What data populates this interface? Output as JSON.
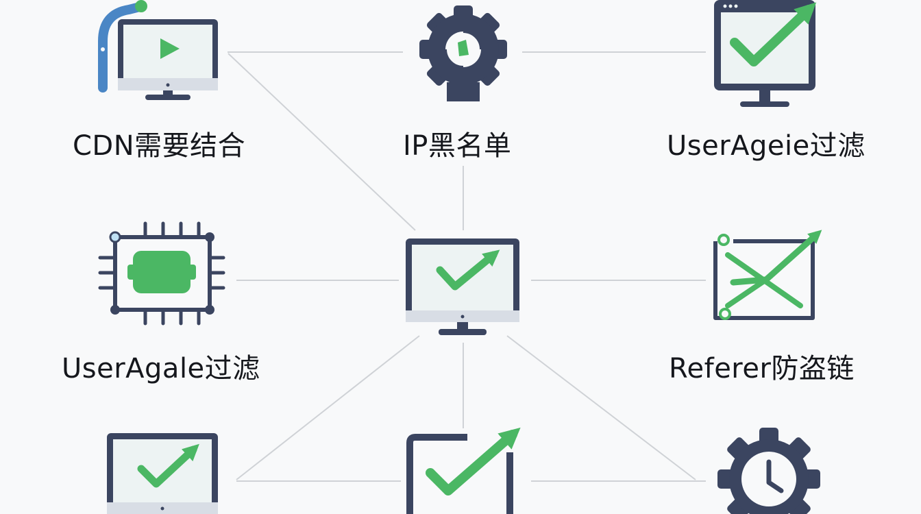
{
  "nodes": {
    "cdn": {
      "label": "CDN需要结合",
      "icon": "monitor-play-icon"
    },
    "ip_blacklist": {
      "label": "IP黑名单",
      "icon": "gear-icon"
    },
    "useragent_filter_1": {
      "label": "UserAgeie过滤",
      "icon": "monitor-check-arrow-icon"
    },
    "useragent_filter_2": {
      "label": "UserAgale过滤",
      "icon": "chip-icon"
    },
    "center": {
      "label": "",
      "icon": "monitor-check-arrow-icon"
    },
    "referer": {
      "label": "Referer防盗链",
      "icon": "envelope-arrow-icon"
    },
    "bottom_left": {
      "label": "",
      "icon": "monitor-check-arrow-icon"
    },
    "bottom_middle": {
      "label": "",
      "icon": "monitor-check-arrow-icon"
    },
    "bottom_right": {
      "label": "",
      "icon": "gear-clock-icon"
    }
  },
  "colors": {
    "background": "#f8f9fa",
    "navy": "#3b4560",
    "green": "#4bb764",
    "blue": "#4a86c5",
    "screen": "#edf3f3",
    "connector": "#cfd2d6"
  }
}
